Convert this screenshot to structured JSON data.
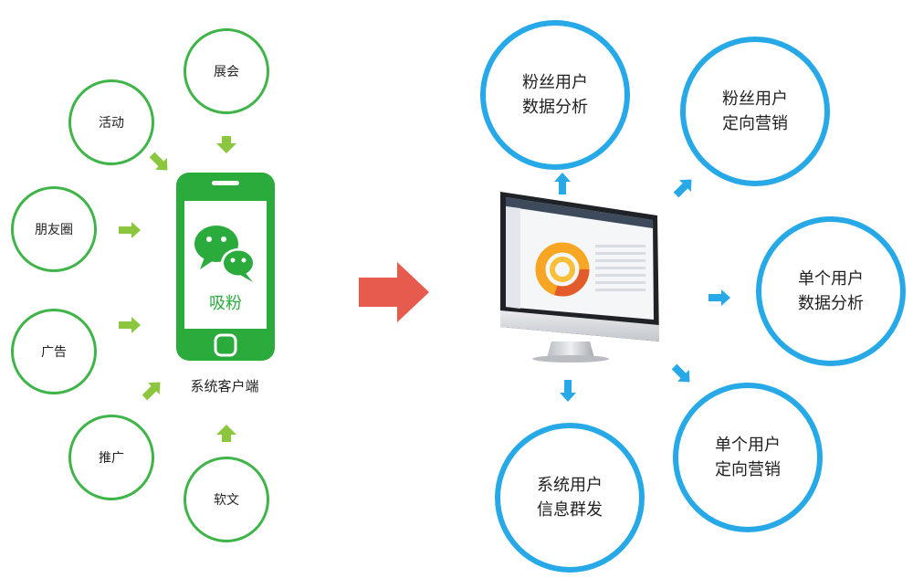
{
  "sources": {
    "expo": "展会",
    "activity": "活动",
    "moments": "朋友圈",
    "ad": "广告",
    "promotion": "推广",
    "article": "软文"
  },
  "phone": {
    "screen_label": "吸粉",
    "caption": "系统客户端"
  },
  "features": {
    "fan_analysis": {
      "line1": "粉丝用户",
      "line2": "数据分析"
    },
    "fan_marketing": {
      "line1": "粉丝用户",
      "line2": "定向营销"
    },
    "single_analysis": {
      "line1": "单个用户",
      "line2": "数据分析"
    },
    "single_marketing": {
      "line1": "单个用户",
      "line2": "定向营销"
    },
    "system_broadcast": {
      "line1": "系统用户",
      "line2": "信息群发"
    }
  },
  "colors": {
    "green": "#3fb449",
    "blue": "#27a9e8",
    "red_arrow": "#e65b4d",
    "arrow_green": "#8cc63f"
  }
}
